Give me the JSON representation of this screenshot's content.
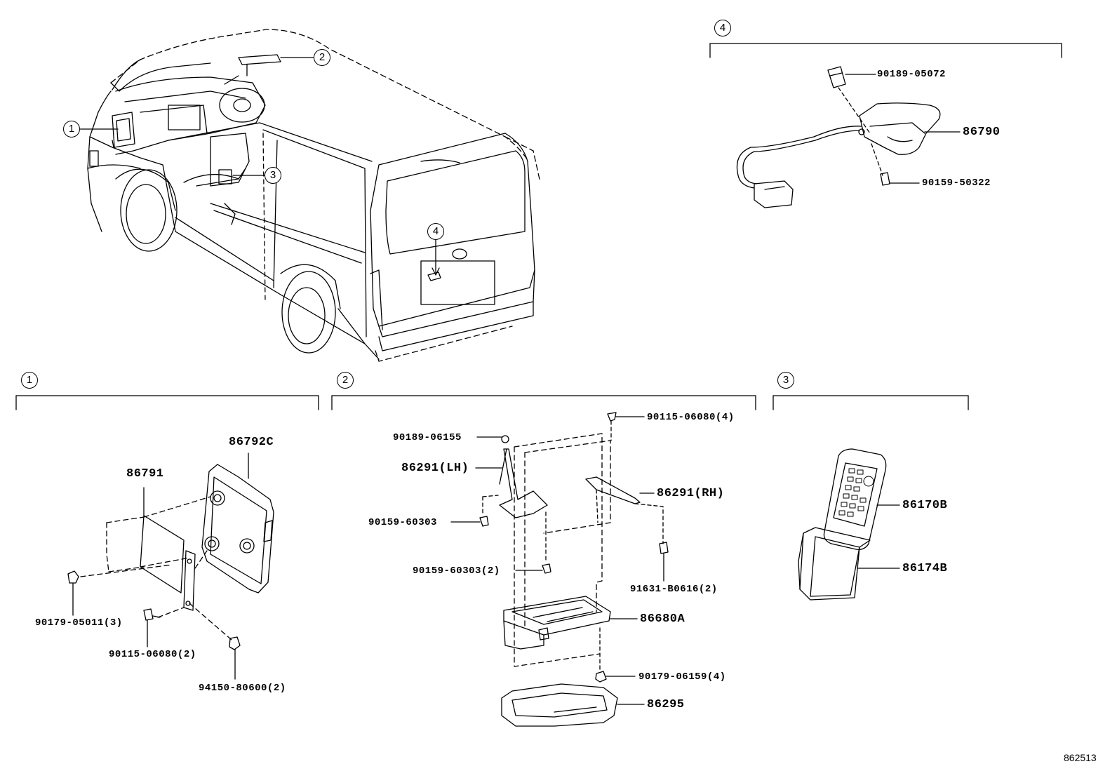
{
  "sections": {
    "s1": "1",
    "s2": "2",
    "s3": "3",
    "s4": "4"
  },
  "van_callouts": [
    "1",
    "2",
    "3",
    "4"
  ],
  "parts": {
    "p90189_05072": "90189-05072",
    "p86790": "86790",
    "p90159_50322": "90159-50322",
    "p86792C": "86792C",
    "p86791": "86791",
    "p90179_05011": "90179-05011(3)",
    "p90115_06080_2": "90115-06080(2)",
    "p94150_80600": "94150-80600(2)",
    "p90189_06155": "90189-06155",
    "p86291_LH": "86291(LH)",
    "p90159_60303": "90159-60303",
    "p90159_60303_2": "90159-60303(2)",
    "p90115_06080_4": "90115-06080(4)",
    "p86291_RH": "86291(RH)",
    "p91631_B0616": "91631-B0616(2)",
    "p86680A": "86680A",
    "p90179_06159": "90179-06159(4)",
    "p86295": "86295",
    "p86170B": "86170B",
    "p86174B": "86174B"
  },
  "diagram_code": "862513"
}
